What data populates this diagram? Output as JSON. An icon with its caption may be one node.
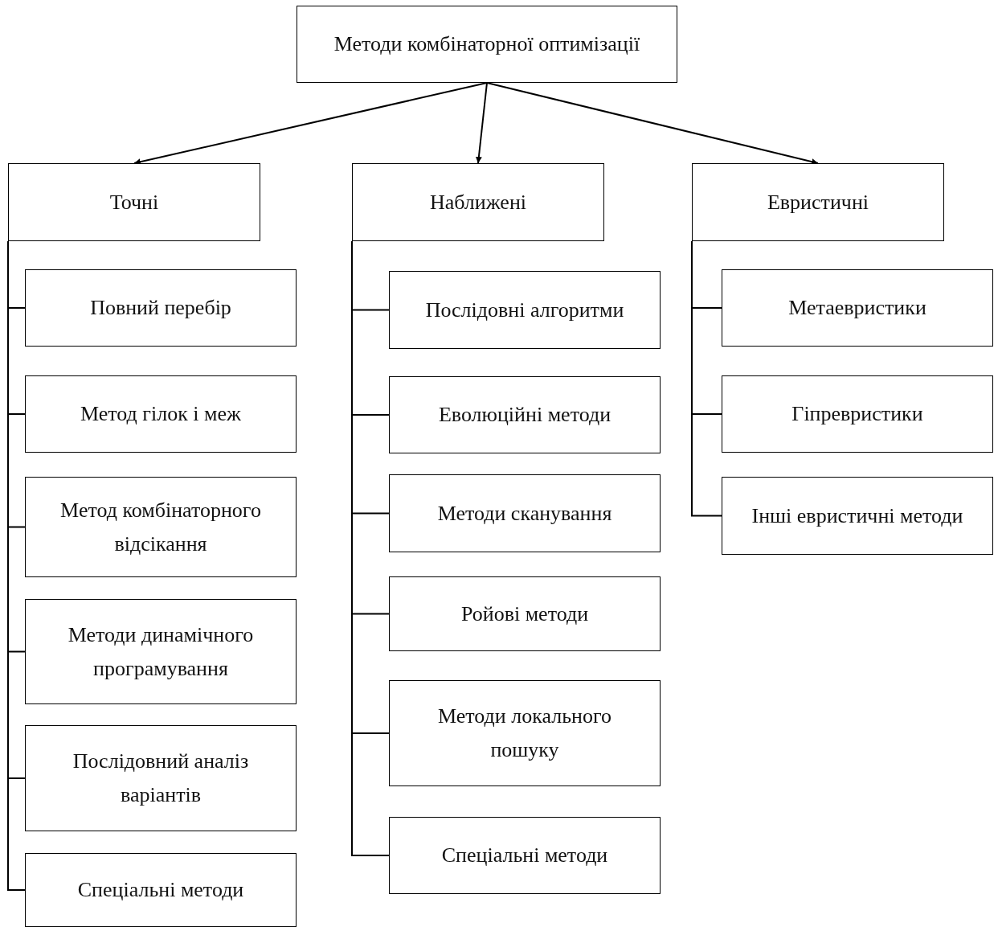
{
  "diagram": {
    "nodes": [
      {
        "text": [
          "Методи комбінаторної оптимізації"
        ]
      },
      {
        "text": [
          "Точні"
        ]
      },
      {
        "text": [
          "Наближені"
        ]
      },
      {
        "text": [
          "Евристичні"
        ]
      },
      {
        "text": [
          "Повний перебір"
        ]
      },
      {
        "text": [
          "Метод гілок і меж"
        ]
      },
      {
        "text": [
          "Метод комбінаторного відсікання"
        ]
      },
      {
        "text": [
          "Методи динамічного програмування"
        ]
      },
      {
        "text": [
          "Послідовний аналіз варіантів"
        ]
      },
      {
        "text": [
          "Спеціальні методи"
        ]
      },
      {
        "text": [
          "Послідовні алгоритми"
        ]
      },
      {
        "text": [
          "Еволюційні методи"
        ]
      },
      {
        "text": [
          "Методи сканування"
        ]
      },
      {
        "text": [
          "Ройові методи"
        ]
      },
      {
        "text": [
          "Методи локального пошуку"
        ]
      },
      {
        "text": [
          "Спеціальні методи"
        ]
      },
      {
        "text": [
          "Метаевристики"
        ]
      },
      {
        "text": [
          "Гіпревристики"
        ]
      },
      {
        "text": [
          "Інші евристичні методи"
        ]
      }
    ],
    "edges": [
      {
        "from": 0,
        "to": 1,
        "arrow": "to"
      },
      {
        "from": 0,
        "to": 2,
        "arrow": "to"
      },
      {
        "from": 0,
        "to": 3,
        "arrow": "to"
      },
      {
        "from": 1,
        "to": 4,
        "arrow": "none"
      },
      {
        "from": 1,
        "to": 5,
        "arrow": "none"
      },
      {
        "from": 1,
        "to": 6,
        "arrow": "none"
      },
      {
        "from": 1,
        "to": 7,
        "arrow": "none"
      },
      {
        "from": 1,
        "to": 8,
        "arrow": "none"
      },
      {
        "from": 1,
        "to": 9,
        "arrow": "none"
      },
      {
        "from": 2,
        "to": 10,
        "arrow": "none"
      },
      {
        "from": 2,
        "to": 11,
        "arrow": "none"
      },
      {
        "from": 2,
        "to": 12,
        "arrow": "none"
      },
      {
        "from": 2,
        "to": 13,
        "arrow": "none"
      },
      {
        "from": 2,
        "to": 14,
        "arrow": "none"
      },
      {
        "from": 2,
        "to": 15,
        "arrow": "none"
      },
      {
        "from": 3,
        "to": 16,
        "arrow": "none"
      },
      {
        "from": 3,
        "to": 17,
        "arrow": "none"
      },
      {
        "from": 3,
        "to": 18,
        "arrow": "none"
      }
    ]
  }
}
